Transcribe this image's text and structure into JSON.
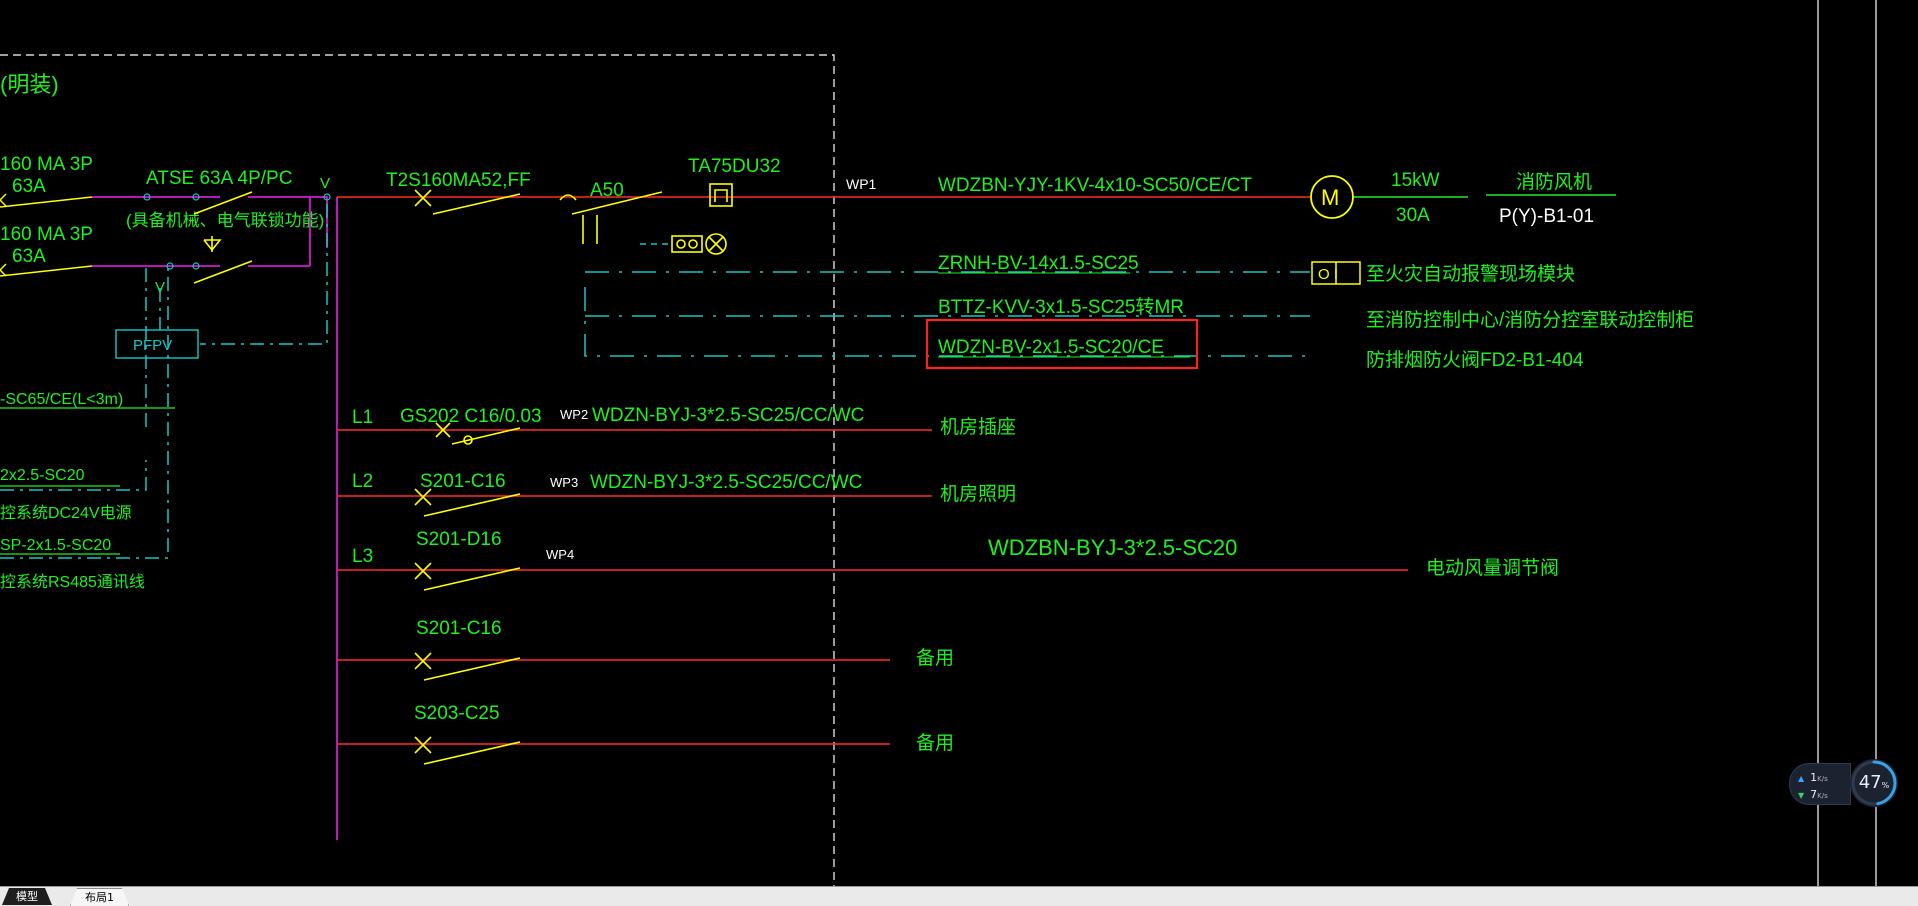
{
  "colors": {
    "bus_red": "#ff2a2a",
    "busbar_magenta": "#d21ad2",
    "text_green": "#1ff01f",
    "cyan": "#17c7c7",
    "switch_yellow": "#ffff00",
    "highlight_box": "#ff2020",
    "white": "#ffffff"
  },
  "left_partial": {
    "mounting_note": "(明装)",
    "breaker_1_rating": "160  MA 3P",
    "breaker_1_current": "63A",
    "breaker_2_rating": "160  MA 3P",
    "breaker_2_current": "63A",
    "cable_sc65": "-SC65/CE(L<3m)",
    "cable_2x25": "2x2.5-SC20",
    "dc24_note": "控系统DC24V电源",
    "cable_sp": "SP-2x1.5-SC20",
    "rs485_note": "控系统RS485通讯线"
  },
  "atse": {
    "label": "ATSE 63A 4P/PC",
    "note": "(具备机械、电气联锁功能)",
    "v_top": "V",
    "v_mid": "V"
  },
  "pfpv_label": "PFPV",
  "main_breaker": "T2S160MA52,FF",
  "a50_label": "A50",
  "ta_label": "TA75DU32",
  "wp1": {
    "tag": "WP1",
    "cable": "WDZBN-YJY-1KV-4x10-SC50/CE/CT",
    "motor_symbol": "M",
    "power": "15kW",
    "current": "30A",
    "equipment": "消防风机",
    "equipment_code": "P(Y)-B1-01"
  },
  "signals": [
    {
      "cable": "ZRNH-BV-14x1.5-SC25",
      "module_symbol": "O I",
      "target": "至火灾自动报警现场模块"
    },
    {
      "cable": "BTTZ-KVV-3x1.5-SC25转MR",
      "target": "至消防控制中心/消防分控室联动控制柜"
    },
    {
      "cable": "WDZN-BV-2x1.5-SC20/CE",
      "target": "防排烟防火阀FD2-B1-404"
    }
  ],
  "circuits": [
    {
      "phase": "L1",
      "breaker": "GS202  C16/0.03",
      "tag": "WP2",
      "cable": "WDZN-BYJ-3*2.5-SC25/CC/WC",
      "load": "机房插座"
    },
    {
      "phase": "L2",
      "breaker": "S201-C16",
      "tag": "WP3",
      "cable": "WDZN-BYJ-3*2.5-SC25/CC/WC",
      "load": "机房照明"
    },
    {
      "phase": "L3",
      "breaker": "S201-D16",
      "tag": "WP4",
      "cable": "WDZBN-BYJ-3*2.5-SC20",
      "load": "电动风量调节阀"
    },
    {
      "phase": "",
      "breaker": "S201-C16",
      "tag": "",
      "cable": "",
      "load": "备用"
    },
    {
      "phase": "",
      "breaker": "S203-C25",
      "tag": "",
      "cable": "",
      "load": "备用"
    }
  ],
  "net_monitor": {
    "upload_value": "1",
    "download_value": "7",
    "unit": "K/s",
    "cpu_value": "47",
    "cpu_unit": "%",
    "cpu_percent": 47
  },
  "layout_tabs": {
    "model": "模型",
    "layout1": "布局1"
  }
}
